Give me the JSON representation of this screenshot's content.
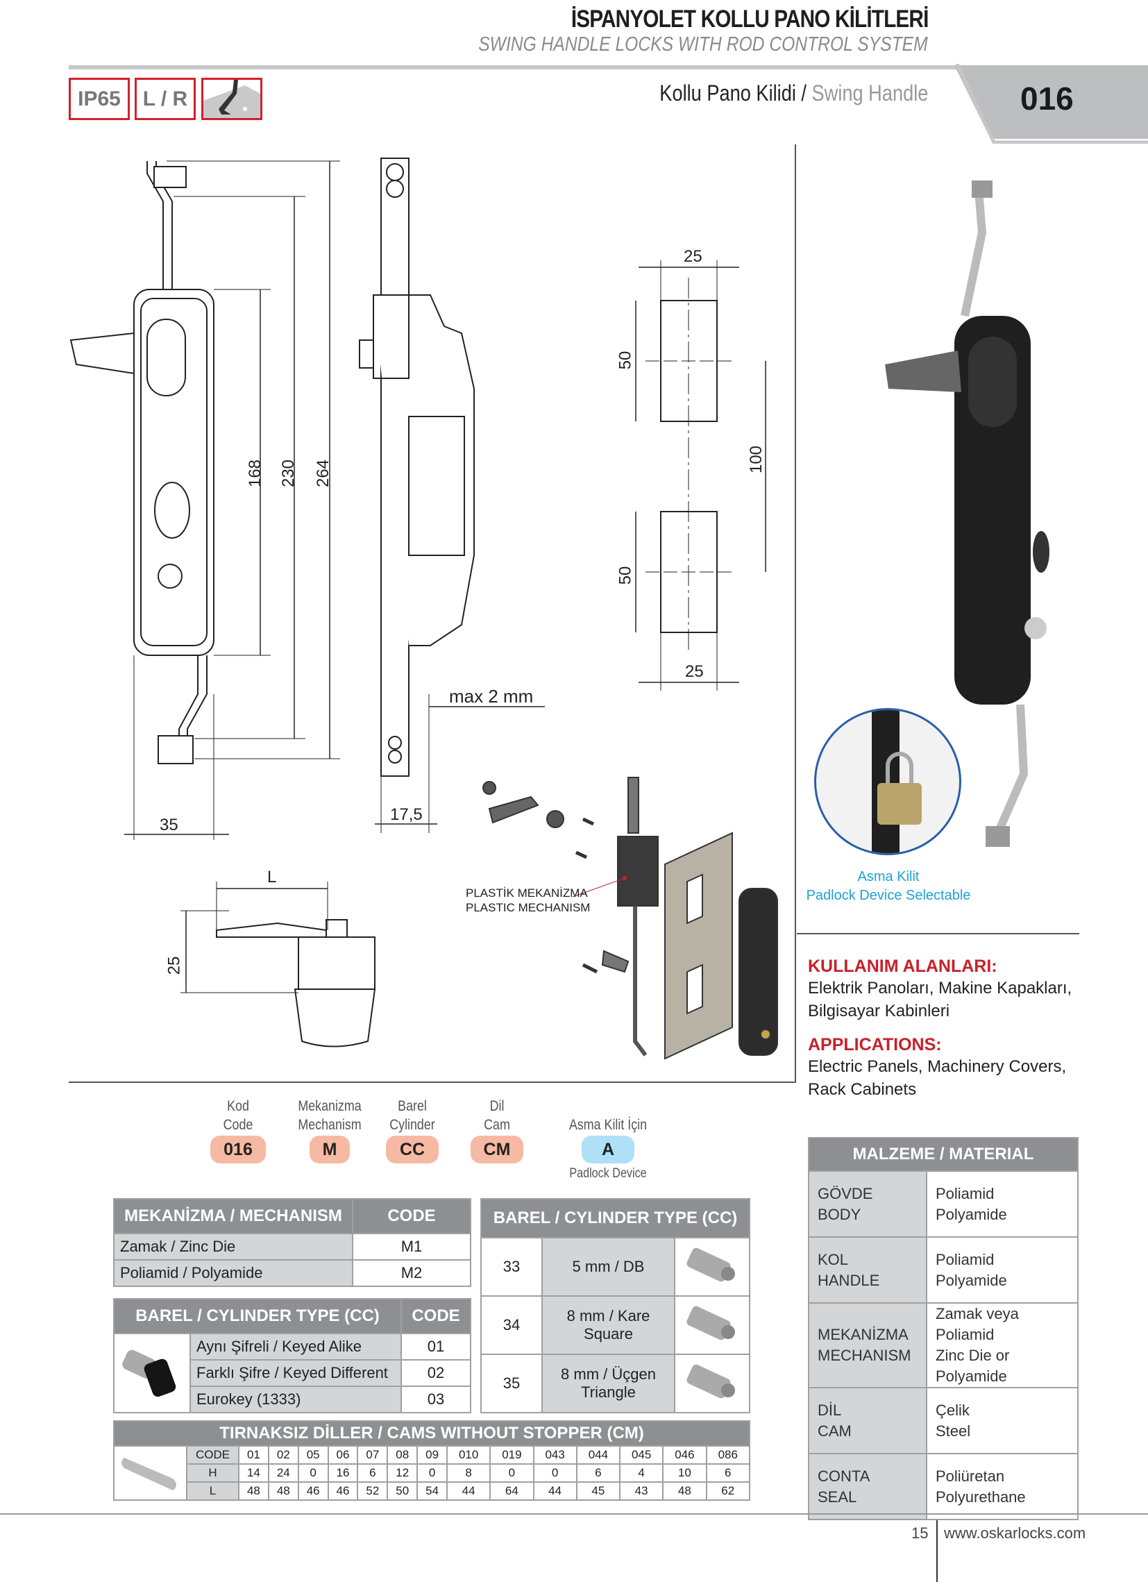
{
  "header": {
    "title": "İSPANYOLET KOLLU PANO KİLİTLERİ",
    "subtitle": "SWING HANDLE LOCKS WITH ROD CONTROL SYSTEM",
    "badges": [
      "IP65",
      "L / R"
    ],
    "subhead_tr": "Kollu Pano Kilidi / ",
    "subhead_en": "Swing Handle",
    "code": "016"
  },
  "drawing": {
    "dims": {
      "d168": "168",
      "d230": "230",
      "d264": "264",
      "d35": "35",
      "d175": "17,5",
      "max": "max 2 mm",
      "cut_w_top": "25",
      "cut_w_bot": "25",
      "cut_h1": "50",
      "cut_h2": "50",
      "cut_gap": "100",
      "cam_L": "L",
      "cam_h": "25"
    },
    "mech_label_tr": "PLASTİK MEKANİZMA",
    "mech_label_en": "PLASTIC MECHANISM"
  },
  "padlock": {
    "tr": "Asma Kilit",
    "en": "Padlock Device Selectable"
  },
  "applications": {
    "title_tr": "KULLANIM ALANLARI:",
    "text_tr_1": "Elektrik Panoları, Makine Kapakları,",
    "text_tr_2": "Bilgisayar Kabinleri",
    "title_en": "APPLICATIONS:",
    "text_en_1": "Electric Panels, Machinery Covers,",
    "text_en_2": "Rack Cabinets"
  },
  "order_code": [
    {
      "tr": "Kod",
      "en": "Code",
      "value": "016"
    },
    {
      "tr": "Mekanizma",
      "en": "Mechanism",
      "value": "M"
    },
    {
      "tr": "Barel",
      "en": "Cylinder",
      "value": "CC"
    },
    {
      "tr": "Dil",
      "en": "Cam",
      "value": "CM"
    },
    {
      "tr": "",
      "en": "Asma Kilit İçin",
      "value": "A",
      "note": "Padlock Device"
    }
  ],
  "mechanism": {
    "header": "MEKANİZMA / MECHANISM",
    "code_header": "CODE",
    "rows": [
      {
        "name": "Zamak / Zinc Die",
        "code": "M1"
      },
      {
        "name": "Poliamid / Polyamide",
        "code": "M2"
      }
    ]
  },
  "cylinder_type": {
    "header": "BAREL / CYLINDER TYPE (CC)",
    "code_header": "CODE",
    "rows": [
      {
        "name": "Aynı Şifreli / Keyed Alike",
        "code": "01"
      },
      {
        "name": "Farklı Şifre / Keyed Different",
        "code": "02"
      },
      {
        "name": "Eurokey (1333)",
        "code": "03"
      }
    ]
  },
  "cylinder_tip": {
    "header": "BAREL / CYLINDER TYPE (CC)",
    "rows": [
      {
        "code": "33",
        "l1": "5 mm / DB",
        "l2": ""
      },
      {
        "code": "34",
        "l1": "8 mm / Kare",
        "l2": "Square"
      },
      {
        "code": "35",
        "l1": "8 mm / Üçgen",
        "l2": "Triangle"
      }
    ]
  },
  "cams": {
    "header": "TIRNAKSIZ DİLLER / CAMS WITHOUT STOPPER (CM)",
    "row_labels": [
      "CODE",
      "H",
      "L"
    ],
    "codes": [
      "01",
      "02",
      "05",
      "06",
      "07",
      "08",
      "09",
      "010",
      "019",
      "043",
      "044",
      "045",
      "046",
      "086"
    ],
    "H": [
      "14",
      "24",
      "0",
      "16",
      "6",
      "12",
      "0",
      "8",
      "0",
      "0",
      "6",
      "4",
      "10",
      "6"
    ],
    "L": [
      "48",
      "48",
      "46",
      "46",
      "52",
      "50",
      "54",
      "44",
      "64",
      "44",
      "45",
      "43",
      "48",
      "62"
    ]
  },
  "material": {
    "header": "MALZEME / MATERIAL",
    "rows": [
      {
        "p1": "GÖVDE",
        "p2": "BODY",
        "m1": "Poliamid",
        "m2": "Polyamide"
      },
      {
        "p1": "KOL",
        "p2": "HANDLE",
        "m1": "Poliamid",
        "m2": "Polyamide"
      },
      {
        "p1": "MEKANİZMA",
        "p2": "MECHANISM",
        "m1": "Zamak veya Poliamid",
        "m2": "Zinc Die or Polyamide"
      },
      {
        "p1": "DİL",
        "p2": "CAM",
        "m1": "Çelik",
        "m2": "Steel"
      },
      {
        "p1": "CONTA",
        "p2": "SEAL",
        "m1": "Poliüretan",
        "m2": "Polyurethane"
      }
    ]
  },
  "footer": {
    "page": "15",
    "site": "www.oskarlocks.com"
  },
  "colors": {
    "accent_red": "#c8202a",
    "pill_orange": "#f6b9a3",
    "pill_blue": "#aee0f6",
    "header_grey": "#8e8f92"
  }
}
